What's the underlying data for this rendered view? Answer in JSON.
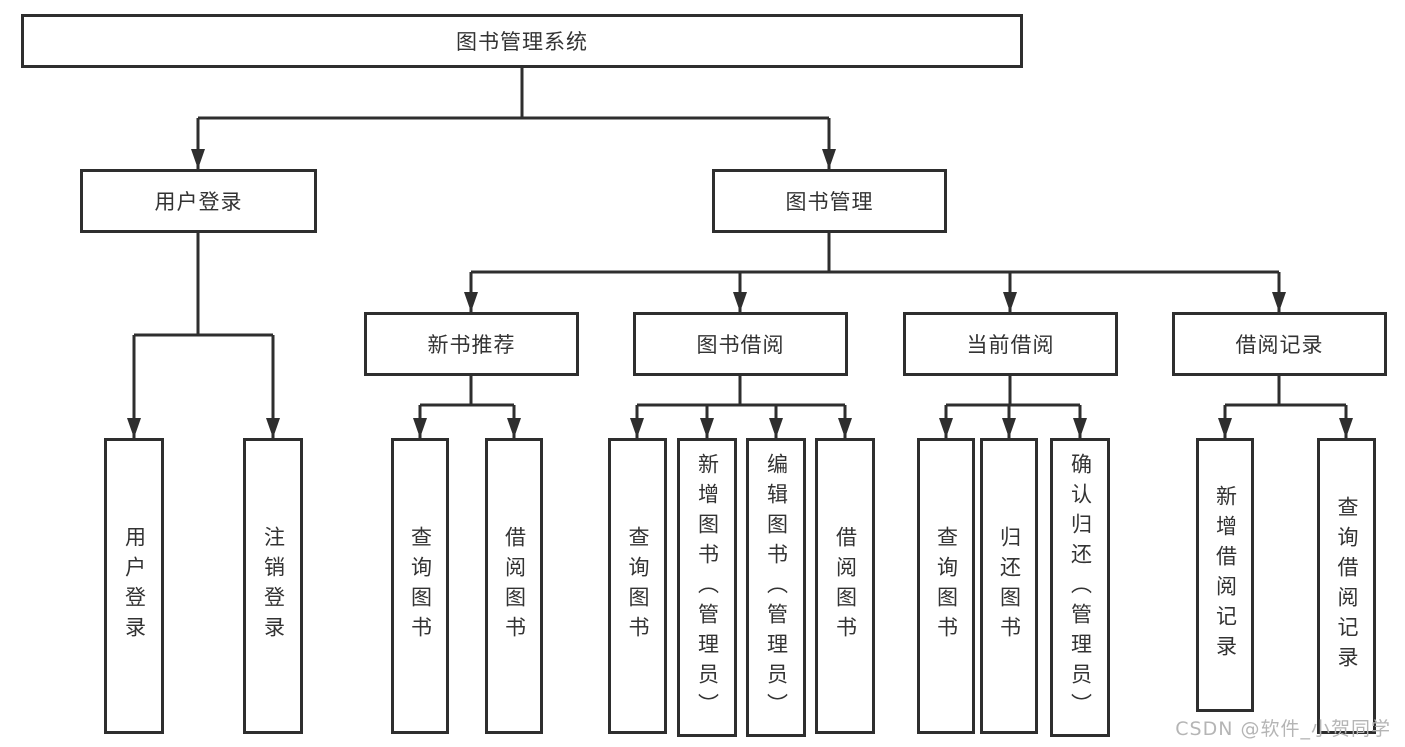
{
  "diagram_title": "图书管理系统",
  "tree": {
    "label": "图书管理系统",
    "children": [
      {
        "label": "用户登录",
        "children": [
          {
            "label": "用户登录"
          },
          {
            "label": "注销登录"
          }
        ]
      },
      {
        "label": "图书管理",
        "children": [
          {
            "label": "新书推荐",
            "children": [
              {
                "label": "查询图书"
              },
              {
                "label": "借阅图书"
              }
            ]
          },
          {
            "label": "图书借阅",
            "children": [
              {
                "label": "查询图书"
              },
              {
                "label": "新增图书（管理员）"
              },
              {
                "label": "编辑图书（管理员）"
              },
              {
                "label": "借阅图书"
              }
            ]
          },
          {
            "label": "当前借阅",
            "children": [
              {
                "label": "查询图书"
              },
              {
                "label": "归还图书"
              },
              {
                "label": "确认归还（管理员）"
              }
            ]
          },
          {
            "label": "借阅记录",
            "children": [
              {
                "label": "新增借阅记录"
              },
              {
                "label": "查询借阅记录"
              }
            ]
          }
        ]
      }
    ]
  },
  "watermark": {
    "text": "CSDN @软件_小贺同学"
  },
  "colors": {
    "line": "#2e2e2e",
    "box_border": "#2e2e2e",
    "text": "#333333",
    "watermark": "#b5b5b5",
    "background": "#ffffff"
  }
}
